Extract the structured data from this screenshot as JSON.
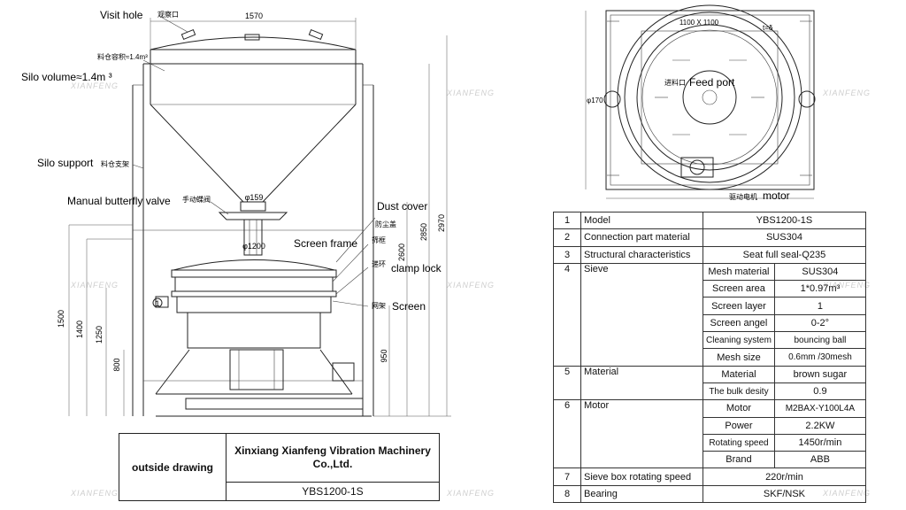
{
  "labels": {
    "visit_hole": "Visit hole",
    "visit_hole_cn": "观察口",
    "silo_volume": "Silo volume≈1.4m ³",
    "silo_volume_cn": "料仓容积≈1.4m³",
    "silo_support": "Silo support",
    "silo_support_cn": "料仓支架",
    "manual_butterfly_valve": "Manual butterfly valve",
    "manual_butterfly_valve_cn": "手动蝶阀",
    "dust_cover": "Dust cover",
    "dust_cover_cn": "防尘盖",
    "screen_frame": "Screen frame",
    "screen_frame_cn": "筛框",
    "clamp_lock": "clamp lock",
    "clamp_lock_cn": "递环",
    "screen": "Screen",
    "screen_cn": "网架",
    "feed_port": "Feed port",
    "feed_port_cn": "进料口",
    "motor": "motor",
    "motor_cn": "驱动电机",
    "item_marker": "1"
  },
  "dimensions": {
    "d1570": "1570",
    "d159": "φ159",
    "d1200": "φ1200",
    "d1500": "1500",
    "d1400": "1400",
    "d1250": "1250",
    "d800": "800",
    "d950": "950",
    "d2600": "2600",
    "d2850": "2850",
    "d2970": "2970",
    "d1100": "1100 X 1100",
    "d170": "φ170",
    "dt": "t=δ"
  },
  "watermark": "XIANFENG",
  "title_block": {
    "label": "outside drawing",
    "company": "Xinxiang Xianfeng Vibration Machinery Co.,Ltd.",
    "model": "YBS1200-1S"
  },
  "spec": {
    "rows": [
      {
        "no": "1",
        "item": "Model",
        "value": "YBS1200-1S"
      },
      {
        "no": "2",
        "item": "Connection part material",
        "value": "SUS304"
      },
      {
        "no": "3",
        "item": "Structural characteristics",
        "value": "Seat full seal-Q235"
      },
      {
        "no": "4",
        "item": "Sieve",
        "sub": [
          {
            "k": "Mesh material",
            "v": "SUS304"
          },
          {
            "k": "Screen area",
            "v": "1*0.97m³"
          },
          {
            "k": "Screen layer",
            "v": "1"
          },
          {
            "k": "Screen angel",
            "v": "0-2°"
          },
          {
            "k": "Cleaning system",
            "v": "bouncing ball"
          },
          {
            "k": "Mesh size",
            "v": "0.6mm /30mesh"
          }
        ]
      },
      {
        "no": "5",
        "item": "Material",
        "sub": [
          {
            "k": "Material",
            "v": "brown sugar"
          },
          {
            "k": "The bulk desity",
            "v": "0.9"
          }
        ]
      },
      {
        "no": "6",
        "item": "Motor",
        "sub": [
          {
            "k": "Motor",
            "v": "M2BAX-Y100L4A"
          },
          {
            "k": "Power",
            "v": "2.2KW"
          },
          {
            "k": "Rotating speed",
            "v": "1450r/min"
          },
          {
            "k": "Brand",
            "v": "ABB"
          }
        ]
      },
      {
        "no": "7",
        "item": "Sieve box rotating speed",
        "value": "220r/min"
      },
      {
        "no": "8",
        "item": "Bearing",
        "value": "SKF/NSK"
      }
    ]
  }
}
